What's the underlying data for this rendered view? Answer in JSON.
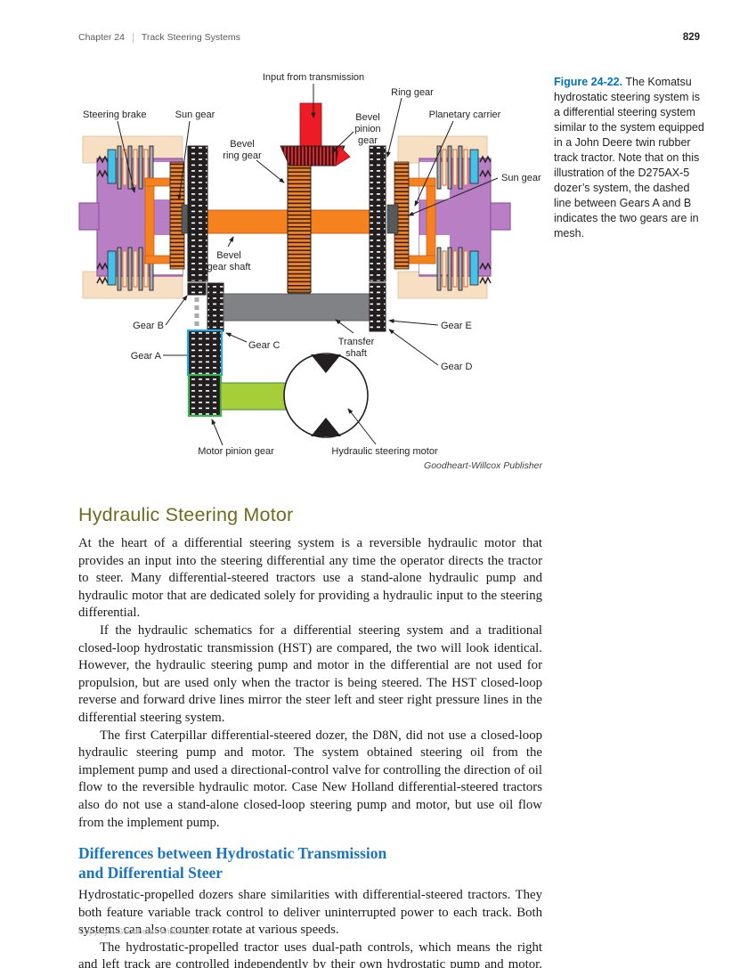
{
  "header": {
    "chapter": "Chapter 24",
    "section": "Track Steering Systems",
    "page_number": "829"
  },
  "figure": {
    "caption_label": "Figure 24-22.",
    "caption_text": " The Komatsu hydrostatic steering system is a differential steering system similar to the system equipped in a John Deere twin rubber track tractor. Note that on this illustration of the D275AX-5 dozer’s system, the dashed line between Gears A and B indicates the two gears are in mesh.",
    "credit": "Goodheart-Willcox Publisher",
    "labels": {
      "input": "Input from transmission",
      "ring_gear": "Ring gear",
      "steering_brake": "Steering brake",
      "sun_gear_left": "Sun gear",
      "sun_gear_right": "Sun gear",
      "bevel_ring_l1": "Bevel",
      "bevel_ring_l2": "ring gear",
      "bevel_pinion_l1": "Bevel",
      "bevel_pinion_l2": "pinion",
      "bevel_pinion_l3": "gear",
      "planetary_carrier": "Planetary carrier",
      "bevel_shaft_l1": "Bevel",
      "bevel_shaft_l2": "gear shaft",
      "gear_a": "Gear A",
      "gear_b": "Gear B",
      "gear_c": "Gear C",
      "gear_d": "Gear D",
      "gear_e": "Gear E",
      "transfer_l1": "Transfer",
      "transfer_l2": "shaft",
      "motor_pinion": "Motor pinion gear",
      "hydraulic_motor": "Hydraulic steering motor"
    }
  },
  "content": {
    "heading": "Hydraulic Steering Motor",
    "p1": "At the heart of a differential steering system is a reversible hydraulic motor that provides an input into the steering differential any time the operator directs the tractor to steer. Many differential-steered tractors use a stand-alone hydraulic pump and hydraulic motor that are dedicated solely for providing a hydraulic input to the steering differential.",
    "p2": "If the hydraulic schematics for a differential steering system and a traditional closed-loop hydrostatic transmission (HST) are compared, the two will look identical. However, the hydraulic steering pump and motor in the differential are not used for propulsion, but are used only when the tractor is being steered. The HST closed-loop reverse and forward drive lines mirror the steer left and steer right pressure lines in the differential steering system.",
    "p3": "The first Caterpillar differential-steered dozer, the D8N, did not use a closed-loop hydraulic steering pump and motor. The system obtained steering oil from the implement pump and used a directional-control valve for controlling the direction of oil flow to the reversible hydraulic motor. Case New Holland differential-steered tractors also do not use a stand-alone closed-loop steering pump and motor, but use oil flow from the implement pump.",
    "subheading_l1": "Differences between Hydrostatic Transmission",
    "subheading_l2": "and Differential Steer",
    "p4": "Hydrostatic-propelled dozers share similarities with differential-steered tractors. They both feature variable track control to deliver uninterrupted power to each track. Both systems can also counter rotate at various speeds.",
    "p5": "The hydrostatic-propelled tractor uses dual-path controls, which means the right and left track are controlled independently by their own hydrostatic pump and motor. The"
  },
  "footer": {
    "copyright": "Copyright Goodheart-Willcox Co., Inc."
  },
  "colors": {
    "figure_label_blue": "#0072BC",
    "subheading_blue": "#1C75BC",
    "heading_olive": "#6F6B1D",
    "diagram_orange": "#F5821F",
    "diagram_red": "#ED1C24",
    "diagram_purple": "#B97FC5",
    "diagram_peach": "#F7DFC4",
    "diagram_cyan": "#45C2E8",
    "diagram_green": "#A6CE39",
    "transfer_gray": "#808285"
  }
}
